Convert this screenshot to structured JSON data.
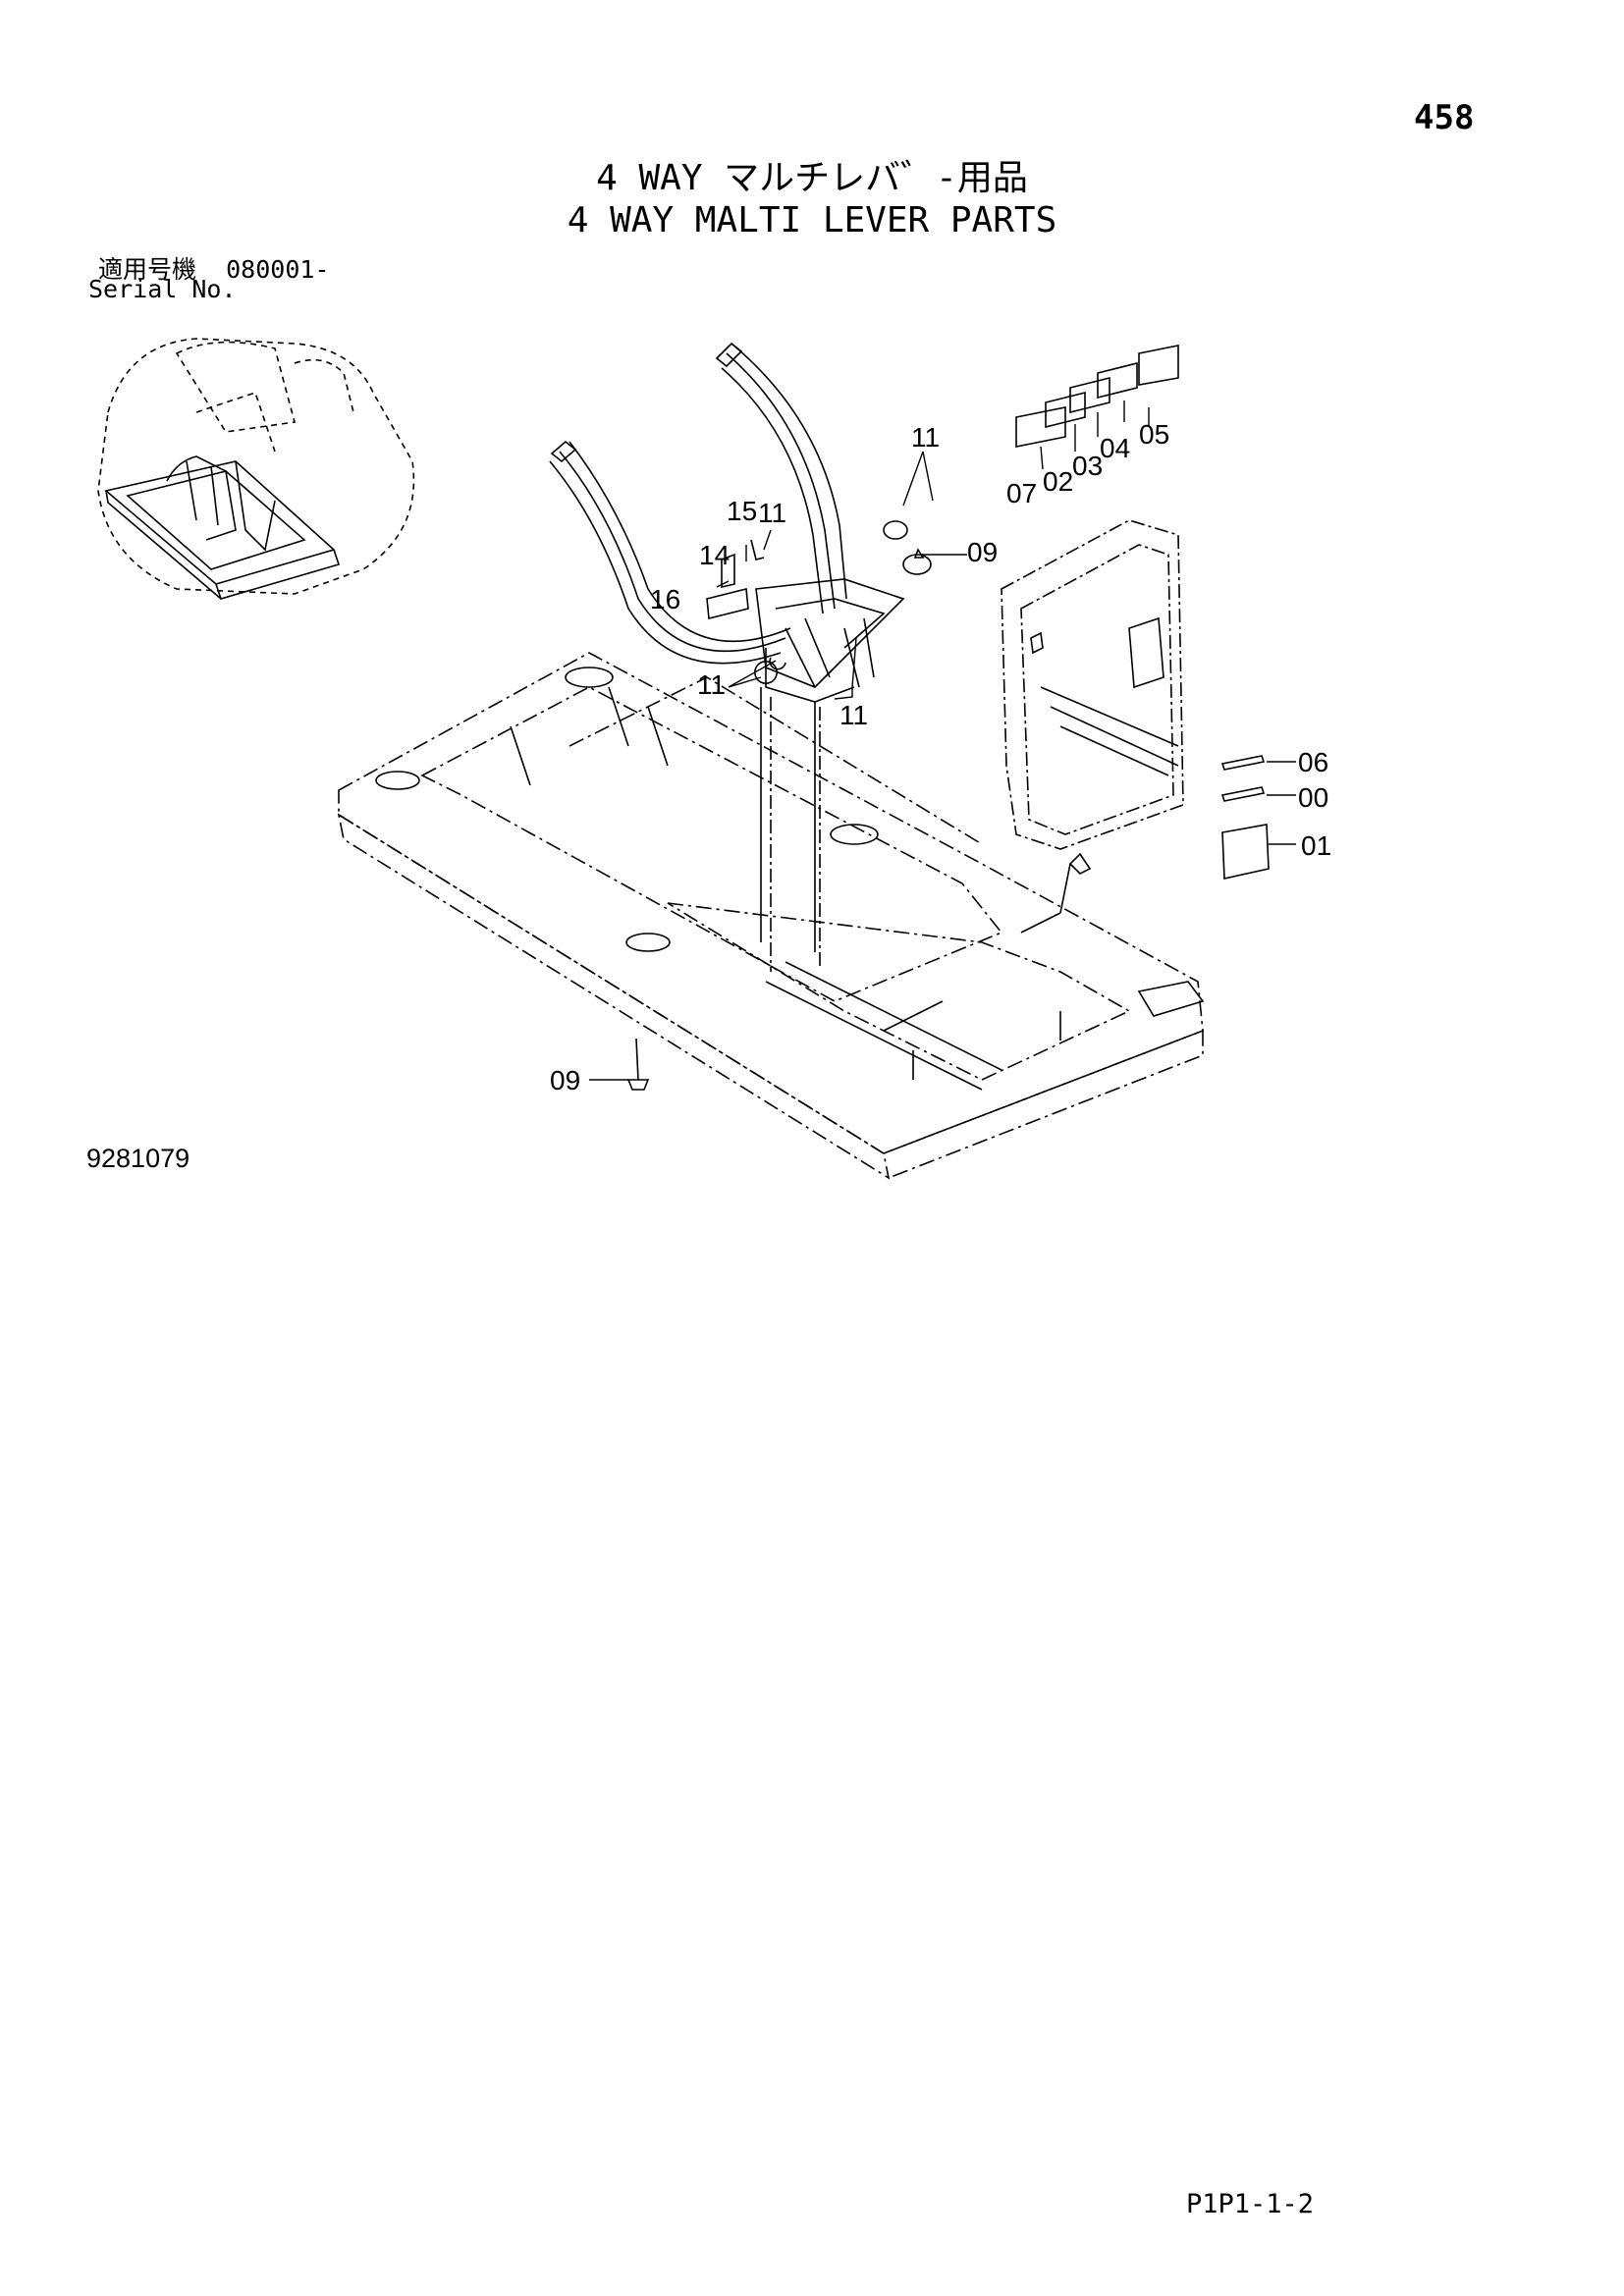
{
  "page_number": "458",
  "title_ja": "4 WAY マルチレバ゛-用品",
  "title_en": "4 WAY MALTI LEVER PARTS",
  "serial": {
    "label_ja": "適用号機",
    "value": "080001-",
    "label_en": "Serial No."
  },
  "callouts": [
    {
      "id": "c-11-top",
      "text": "11"
    },
    {
      "id": "c-05",
      "text": "05"
    },
    {
      "id": "c-04",
      "text": "04"
    },
    {
      "id": "c-03",
      "text": "03"
    },
    {
      "id": "c-02",
      "text": "02"
    },
    {
      "id": "c-07",
      "text": "07"
    },
    {
      "id": "c-15",
      "text": "15"
    },
    {
      "id": "c-11-b",
      "text": "11"
    },
    {
      "id": "c-09-top",
      "text": "09"
    },
    {
      "id": "c-14",
      "text": "14"
    },
    {
      "id": "c-16",
      "text": "16"
    },
    {
      "id": "c-11-left",
      "text": "11"
    },
    {
      "id": "c-11-right",
      "text": "11"
    },
    {
      "id": "c-06",
      "text": "06"
    },
    {
      "id": "c-00",
      "text": "00"
    },
    {
      "id": "c-01",
      "text": "01"
    },
    {
      "id": "c-09-bottom",
      "text": "09"
    }
  ],
  "drawing_number": "9281079",
  "page_code": "P1P1-1-2",
  "colors": {
    "line": "#000000",
    "background": "#ffffff"
  }
}
